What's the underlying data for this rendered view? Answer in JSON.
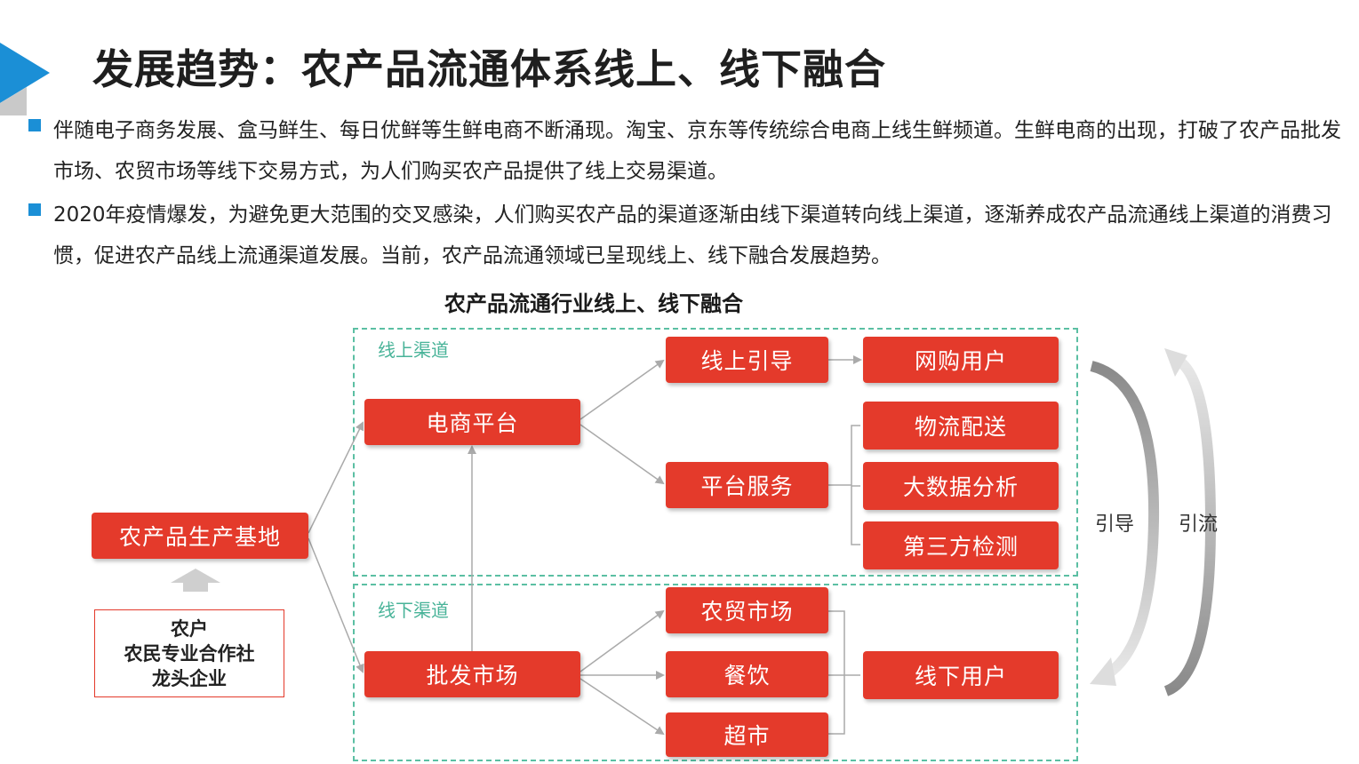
{
  "title": "发展趋势：农产品流通体系线上、线下融合",
  "bullets": [
    "伴随电子商务发展、盒马鲜生、每日优鲜等生鲜电商不断涌现。淘宝、京东等传统综合电商上线生鲜频道。生鲜电商的出现，打破了农产品批发市场、农贸市场等线下交易方式，为人们购买农产品提供了线上交易渠道。",
    "2020年疫情爆发，为避免更大范围的交叉感染，人们购买农产品的渠道逐渐由线下渠道转向线上渠道，逐渐养成农产品流通线上渠道的消费习惯，促进农产品线上流通渠道发展。当前，农产品流通领域已呈现线上、线下融合发展趋势。"
  ],
  "diagram": {
    "title": "农产品流通行业线上、线下融合",
    "online_label": "线上渠道",
    "offline_label": "线下渠道",
    "nodes": {
      "base": "农产品生产基地",
      "ecommerce": "电商平台",
      "wholesale": "批发市场",
      "online_guide": "线上引导",
      "online_user": "网购用户",
      "platform_service": "平台服务",
      "logistics": "物流配送",
      "bigdata": "大数据分析",
      "thirdparty": "第三方检测",
      "farmers_market": "农贸市场",
      "catering": "餐饮",
      "supermarket": "超市",
      "offline_user": "线下用户"
    },
    "source_lines": [
      "农户",
      "农民专业合作社",
      "龙头企业"
    ],
    "guide_label": "引导",
    "drain_label": "引流"
  },
  "colors": {
    "node_red": "#e43a2b",
    "dash_green": "#5bbfa3",
    "bullet_blue": "#1b8fd6",
    "arrow_gray": "#aaaaaa"
  }
}
